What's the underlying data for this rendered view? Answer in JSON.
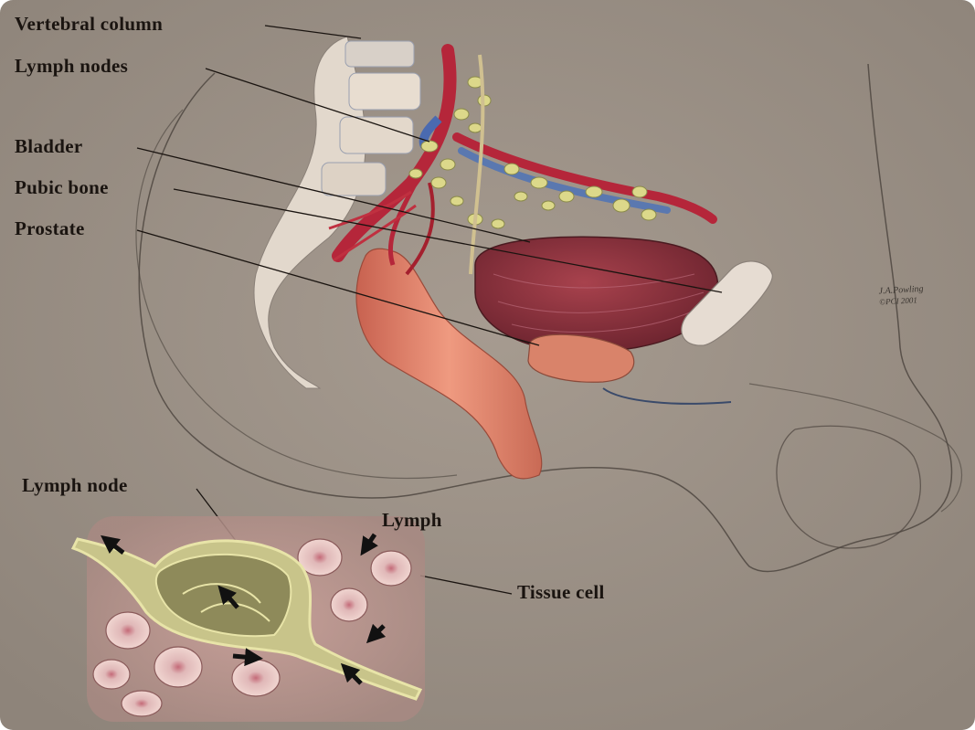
{
  "labels": {
    "vertebral_column": "Vertebral column",
    "lymph_nodes": "Lymph nodes",
    "bladder": "Bladder",
    "pubic_bone": "Pubic bone",
    "prostate": "Prostate",
    "lymph_node": "Lymph node",
    "lymph": "Lymph",
    "tissue_cell": "Tissue cell"
  },
  "signature": {
    "line1": "J.A.Powling",
    "line2": "©PCI 2001"
  },
  "colors": {
    "background": "#9a8f84",
    "bladder": "#8e2f3a",
    "rectum": "#e0826a",
    "prostate": "#d9836a",
    "bone": "#e6dcd2",
    "vessel_red": "#b5263a",
    "vessel_blue": "#5a78b0",
    "lymph_yellow": "#dcd88a",
    "inset_pink": "#c99a95"
  }
}
